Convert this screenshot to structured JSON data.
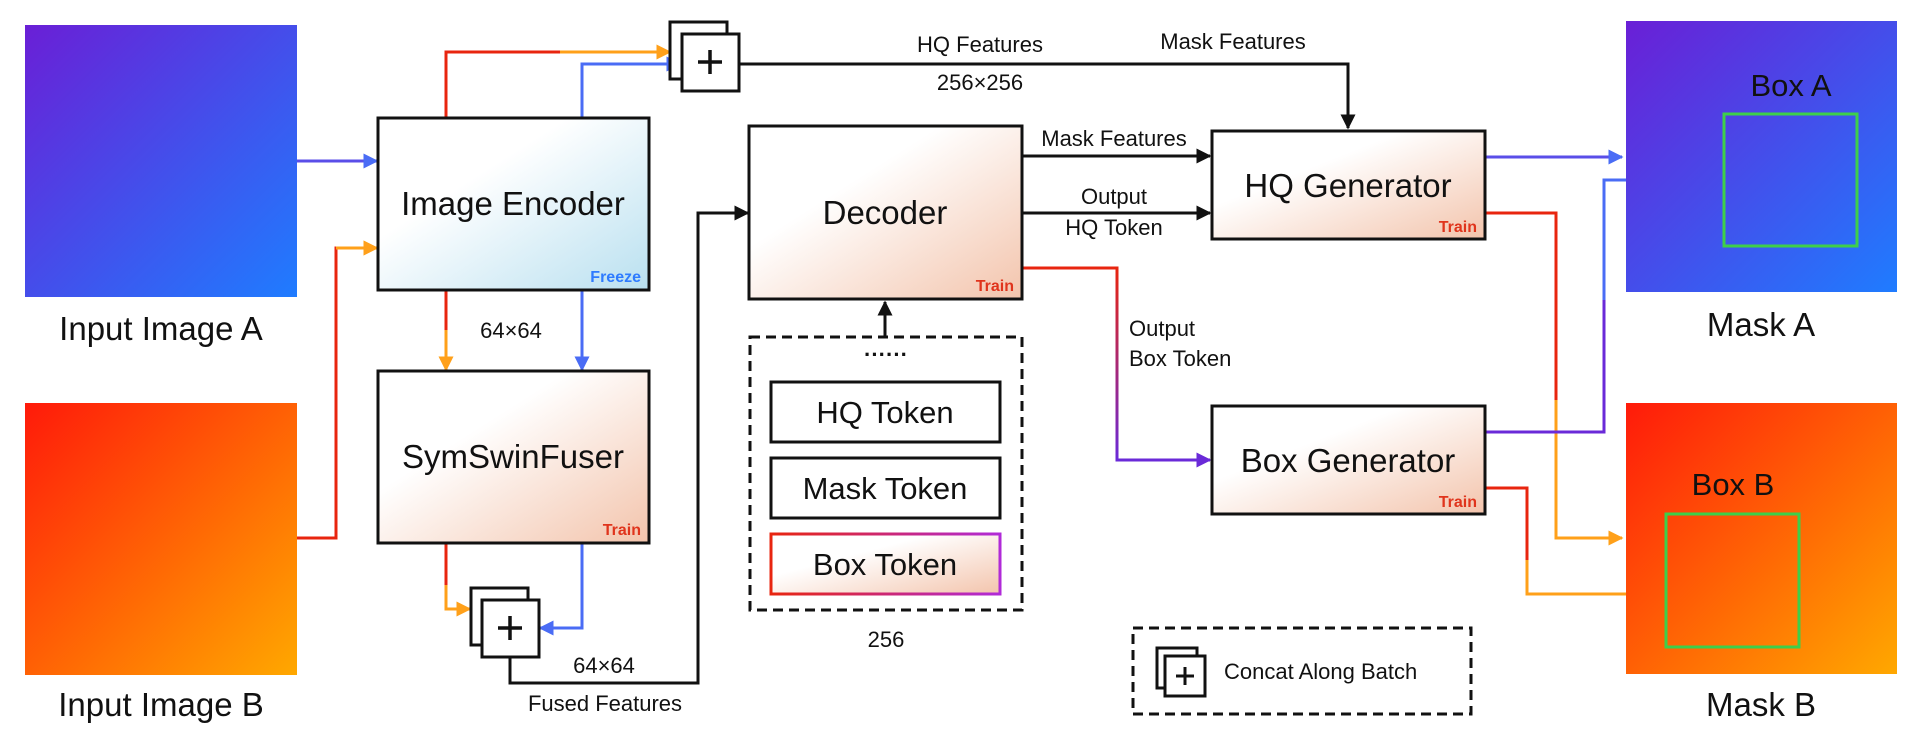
{
  "inputs": {
    "image_a_label": "Input Image A",
    "image_b_label": "Input Image B"
  },
  "modules": {
    "image_encoder": {
      "label": "Image Encoder",
      "badge": "Freeze"
    },
    "fuser": {
      "label": "SymSwinFuser",
      "badge": "Train"
    },
    "decoder": {
      "label": "Decoder",
      "badge": "Train"
    },
    "hq_generator": {
      "label": "HQ Generator",
      "badge": "Train"
    },
    "box_generator": {
      "label": "Box Generator",
      "badge": "Train"
    }
  },
  "tokens": {
    "ellipsis": "······",
    "hq": "HQ Token",
    "mask": "Mask Token",
    "box": "Box Token",
    "dim": "256"
  },
  "edge_labels": {
    "hq_features": "HQ Features",
    "hq_dim": "256×256",
    "mask_features_top": "Mask Features",
    "encoder_dim": "64×64",
    "fused_dim": "64×64",
    "fused_features": "Fused Features",
    "decoder_mask_features": "Mask Features",
    "output_hq_1": "Output",
    "output_hq_2": "HQ Token",
    "output_box_1": "Output",
    "output_box_2": "Box Token"
  },
  "outputs": {
    "mask_a_label": "Mask A",
    "mask_b_label": "Mask B",
    "box_a_label": "Box A",
    "box_b_label": "Box B"
  },
  "legend": {
    "concat_label": "Concat Along Batch"
  },
  "colors": {
    "image_a_gradient": [
      "#6a1fd6",
      "#1f7cff"
    ],
    "image_b_gradient": [
      "#ff1a0a",
      "#ffa800"
    ],
    "freeze_badge": "#2e7bff",
    "train_badge": "#e0341c",
    "box_outline": "#3ecf4a",
    "encoder_fill": [
      "#ffffff",
      "#b9e0f0"
    ],
    "train_fill": [
      "#ffffff",
      "#f3c4ac"
    ],
    "arrow_red": "#e8250f",
    "arrow_orange": "#ffa01a",
    "arrow_blue": "#4a6cf5",
    "arrow_purple": "#6a2ad8"
  }
}
